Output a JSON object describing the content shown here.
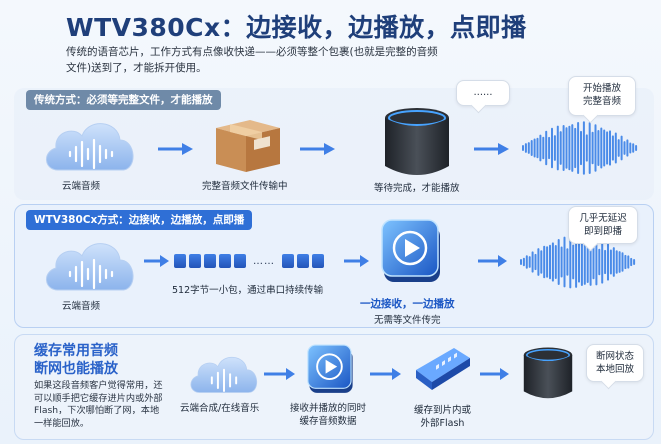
{
  "title": "WTV380Cx：边接收，边播放，点即播",
  "intro": "传统的语音芯片，工作方式有点像收快递——必须等整个包裹(也就是完整的音频文件)送到了，才能拆开使用。",
  "section_traditional": {
    "tag": "传统方式：必须等完整文件，才能播放",
    "cloud_caption": "云端音频",
    "box_caption": "完整音频文件传输中",
    "speaker_caption": "等待完成，才能播放",
    "thinking_bubble": "……",
    "result_bubble_line1": "开始播放",
    "result_bubble_line2": "完整音频"
  },
  "section_wtv": {
    "tag": "WTV380Cx方式：边接收，边播放，点即播",
    "cloud_caption": "云端音频",
    "packets_ellipsis": "……",
    "packets_caption": "512字节一小包，通过串口持续传输",
    "chip_caption_main": "一边接收，一边播放",
    "chip_caption_sub": "无需等文件传完",
    "result_bubble_line1": "几乎无延迟",
    "result_bubble_line2": "即到即播"
  },
  "section_cache": {
    "title_line1": "缓存常用音频",
    "title_line2": "断网也能播放",
    "desc": "如果这段音频客户觉得常用，还可以顺手把它缓存进片内或外部Flash，下次哪怕断了网，本地一样能回放。",
    "cloud_caption": "云端合成/在线音乐",
    "chip_caption_line1": "接收并播放的同时",
    "chip_caption_line2": "缓存音频数据",
    "flash_caption_line1": "缓存到片内或",
    "flash_caption_line2": "外部Flash",
    "result_bubble_line1": "断网状态",
    "result_bubble_line2": "本地回放"
  },
  "colors": {
    "title": "#1f3f7a",
    "accent_blue": "#2f6fd6",
    "gray_tag": "#6f8aa8"
  },
  "icons": [
    "cloud-audio-icon",
    "package-box-icon",
    "smart-speaker-icon",
    "sound-wave-icon",
    "play-chip-icon",
    "flash-module-icon",
    "arrow-right-icon"
  ]
}
